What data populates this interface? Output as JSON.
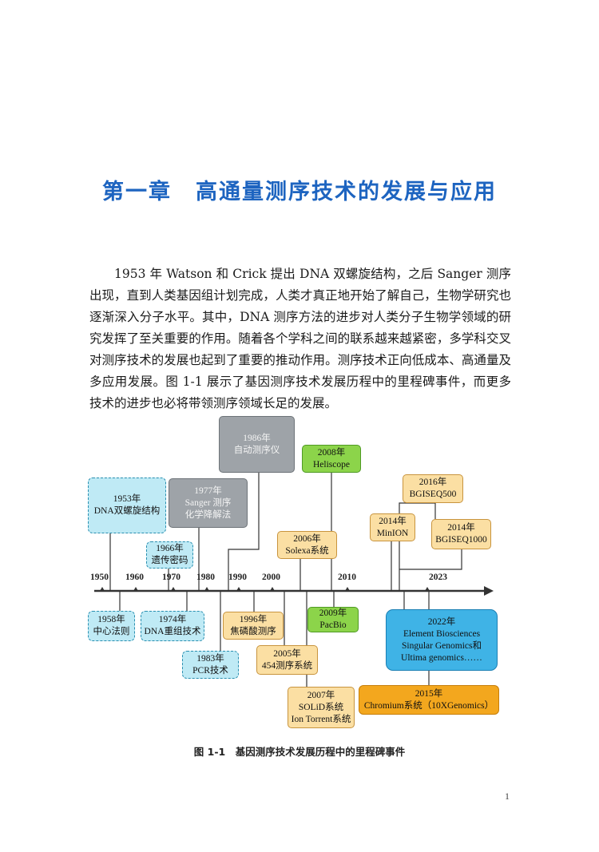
{
  "chapter_title_a": "第一章",
  "chapter_title_b": "高通量测序技术的发展与应用",
  "paragraph": "1953 年 Watson 和 Crick 提出 DNA 双螺旋结构，之后 Sanger 测序出现，直到人类基因组计划完成，人类才真正地开始了解自己，生物学研究也逐渐深入分子水平。其中，DNA 测序方法的进步对人类分子生物学领域的研究发挥了至关重要的作用。随着各个学科之间的联系越来越紧密，多学科交叉对测序技术的发展也起到了重要的推动作用。测序技术正向低成本、高通量及多应用发展。图 1-1 展示了基因测序技术发展历程中的里程碑事件，而更多技术的进步也必将带领测序领域长足的发展。",
  "timeline": {
    "years": [
      "1950",
      "1960",
      "1970",
      "1980",
      "1990",
      "2000",
      "2010",
      "2023"
    ],
    "events": {
      "e1953": [
        "1953年",
        "DNA双螺旋结构"
      ],
      "e1977": [
        "1977年",
        "Sanger 测序",
        "化学降解法"
      ],
      "e1986": [
        "1986年",
        "自动测序仪"
      ],
      "e1966": [
        "1966年",
        "遗传密码"
      ],
      "e2008": [
        "2008年",
        "Heliscope"
      ],
      "e2006": [
        "2006年",
        "Solexa系统"
      ],
      "e2016": [
        "2016年",
        "BGISEQ500"
      ],
      "e2014a": [
        "2014年",
        "MinION"
      ],
      "e2014b": [
        "2014年",
        "BGISEQ1000"
      ],
      "e1958": [
        "1958年",
        "中心法则"
      ],
      "e1974": [
        "1974年",
        "DNA重组技术"
      ],
      "e1983": [
        "1983年",
        "PCR技术"
      ],
      "e1996": [
        "1996年",
        "焦磷酸测序"
      ],
      "e2005": [
        "2005年",
        "454测序系统"
      ],
      "e2009": [
        "2009年",
        "PacBio"
      ],
      "e2007": [
        "2007年",
        "SOLiD系统",
        "Ion Torrent系统"
      ],
      "e2022": [
        "2022年",
        "Element Biosciences",
        "Singular Genomics和",
        "Ultima genomics……"
      ],
      "e2015": [
        "2015年",
        "Chromium系统（10XGenomics）"
      ]
    }
  },
  "caption": "图 1-1　基因测序技术发展历程中的里程碑事件",
  "page_number": "1",
  "colors": {
    "title": "#1d64c0",
    "cyan": "#bfeaf5",
    "gray": "#9ea3a8",
    "orange": "#fbdfa3",
    "green": "#8cd44a",
    "blue": "#3fb3e6",
    "amber": "#f3a71e"
  }
}
